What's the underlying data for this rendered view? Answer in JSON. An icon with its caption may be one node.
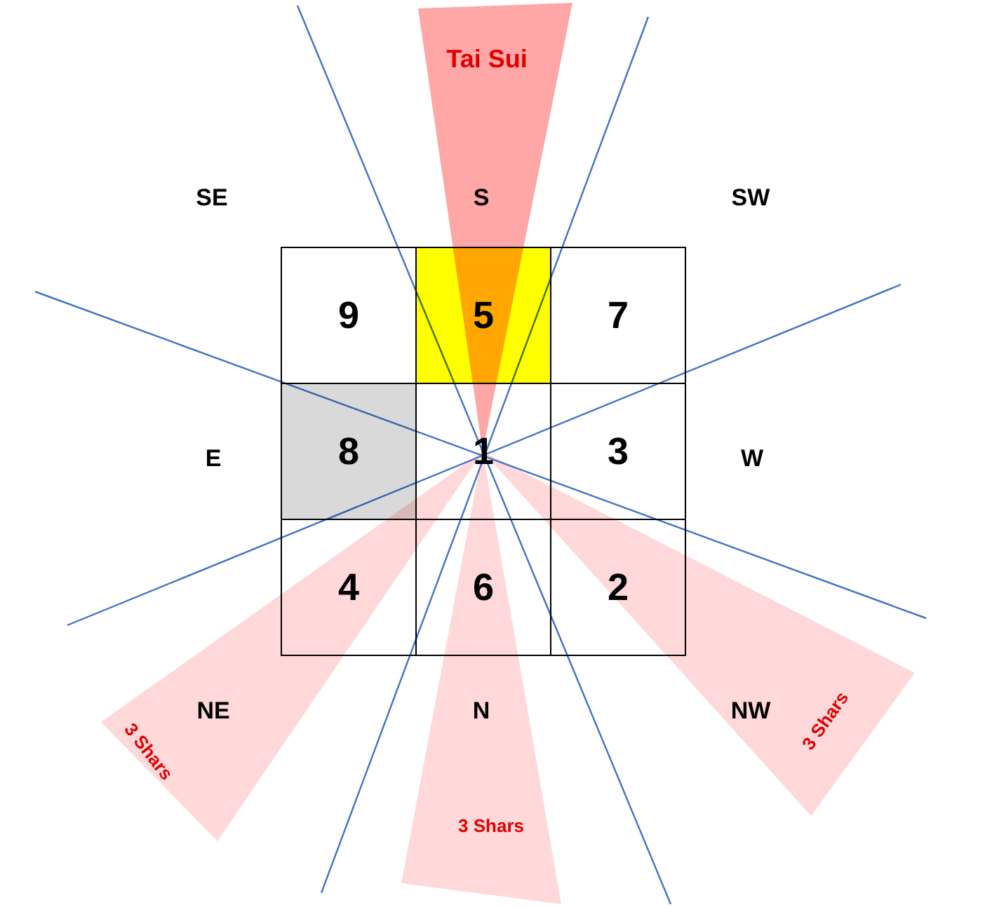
{
  "diagram": {
    "nodes": [
      {
        "text": [
          "9"
        ]
      },
      {
        "text": [
          "5"
        ]
      },
      {
        "text": [
          "7"
        ]
      },
      {
        "text": [
          "8"
        ]
      },
      {
        "text": [
          "1"
        ]
      },
      {
        "text": [
          "3"
        ]
      },
      {
        "text": [
          "4"
        ]
      },
      {
        "text": [
          "6"
        ]
      },
      {
        "text": [
          "2"
        ]
      }
    ],
    "labels": [
      "Tai Sui",
      "SE",
      "S",
      "SW",
      "E",
      "W",
      "NE",
      "N",
      "NW",
      "3 Shars",
      "3 Shars",
      "3 Shars"
    ]
  }
}
